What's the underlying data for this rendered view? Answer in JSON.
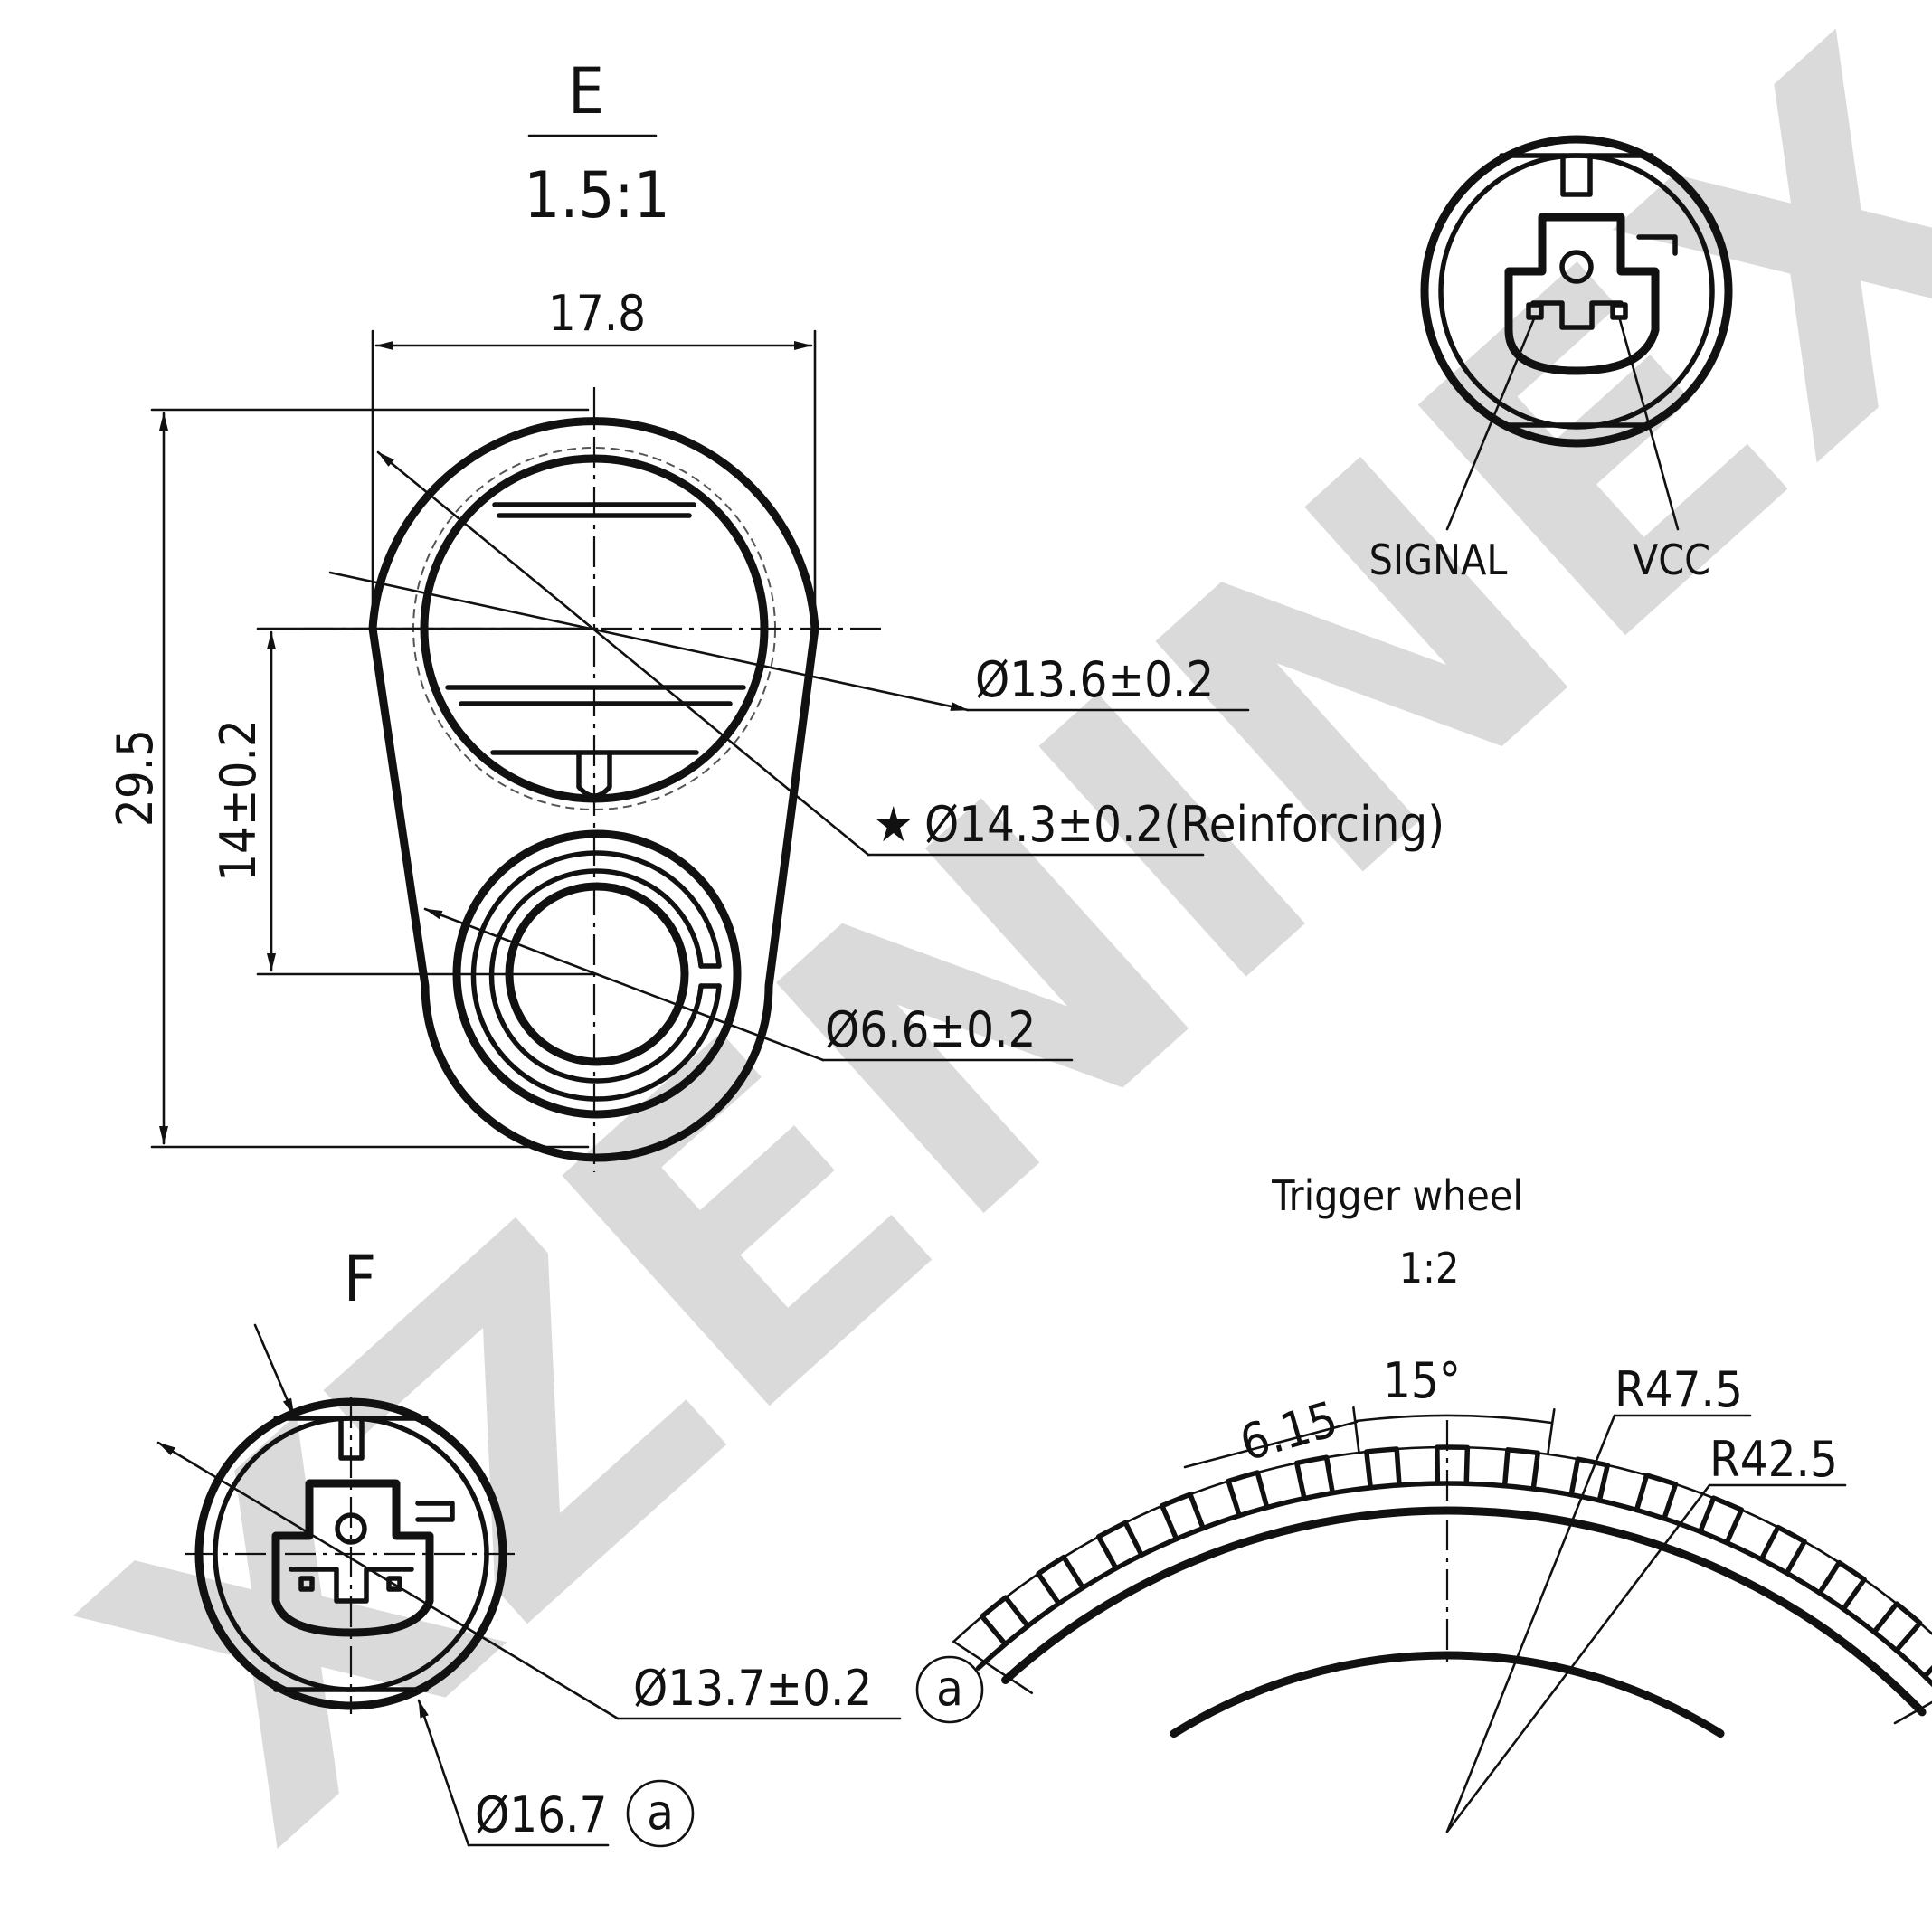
{
  "watermark": "XZENINEX",
  "view_e": {
    "label": "E",
    "scale": "1.5:1",
    "width_dim": "17.8",
    "height_dim": "29.5",
    "pitch_dim": "14±0.2",
    "callout_bore": "Ø13.6±0.2",
    "callout_reinforcing_star": "★",
    "callout_reinforcing": "Ø14.3±0.2(Reinforcing)",
    "callout_mount_hole": "Ø6.6±0.2"
  },
  "connector_pinout": {
    "signal_label": "SIGNAL",
    "vcc_label": "VCC"
  },
  "view_f": {
    "label": "F",
    "callout_inner": "Ø13.7±0.2",
    "callout_inner_mark": "a",
    "callout_outer": "Ø16.7",
    "callout_outer_mark": "a"
  },
  "trigger_wheel": {
    "title": "Trigger wheel",
    "scale": "1:2",
    "angle_dim": "15°",
    "tooth_dim": "6.15",
    "outer_radius": "R47.5",
    "inner_radius": "R42.5"
  }
}
